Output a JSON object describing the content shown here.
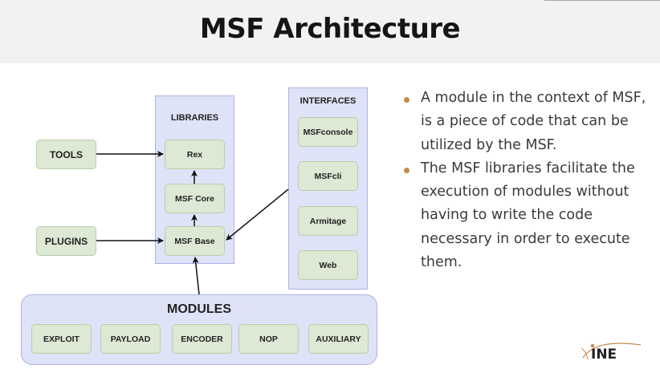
{
  "slide": {
    "title": "MSF Architecture"
  },
  "diagram": {
    "libraries": {
      "label": "LIBRARIES",
      "nodes": [
        "Rex",
        "MSF Core",
        "MSF Base"
      ]
    },
    "interfaces": {
      "label": "INTERFACES",
      "nodes": [
        "MSFconsole",
        "MSFcli",
        "Armitage",
        "Web"
      ]
    },
    "external": {
      "tools": "TOOLS",
      "plugins": "PLUGINS"
    },
    "modules": {
      "label": "MODULES",
      "nodes": [
        "EXPLOIT",
        "PAYLOAD",
        "ENCODER",
        "NOP",
        "AUXILIARY"
      ]
    },
    "edges": [
      {
        "from": "TOOLS",
        "to": "Rex"
      },
      {
        "from": "PLUGINS",
        "to": "MSF Base"
      },
      {
        "from": "MSF Core",
        "to": "Rex"
      },
      {
        "from": "MSF Base",
        "to": "MSF Core"
      },
      {
        "from": "MODULES",
        "to": "MSF Base"
      },
      {
        "from": "INTERFACES",
        "to": "MSF Base"
      }
    ]
  },
  "bullets": [
    [
      "A module in the context of MSF,",
      "is a piece of code that can be",
      "utilized by the MSF."
    ],
    [
      "The MSF libraries facilitate the",
      "execution of modules without",
      "having to write the code",
      "necessary in order to execute",
      "them."
    ]
  ],
  "branding": {
    "logo_text": "INE",
    "accent_color": "#c48a4e"
  }
}
